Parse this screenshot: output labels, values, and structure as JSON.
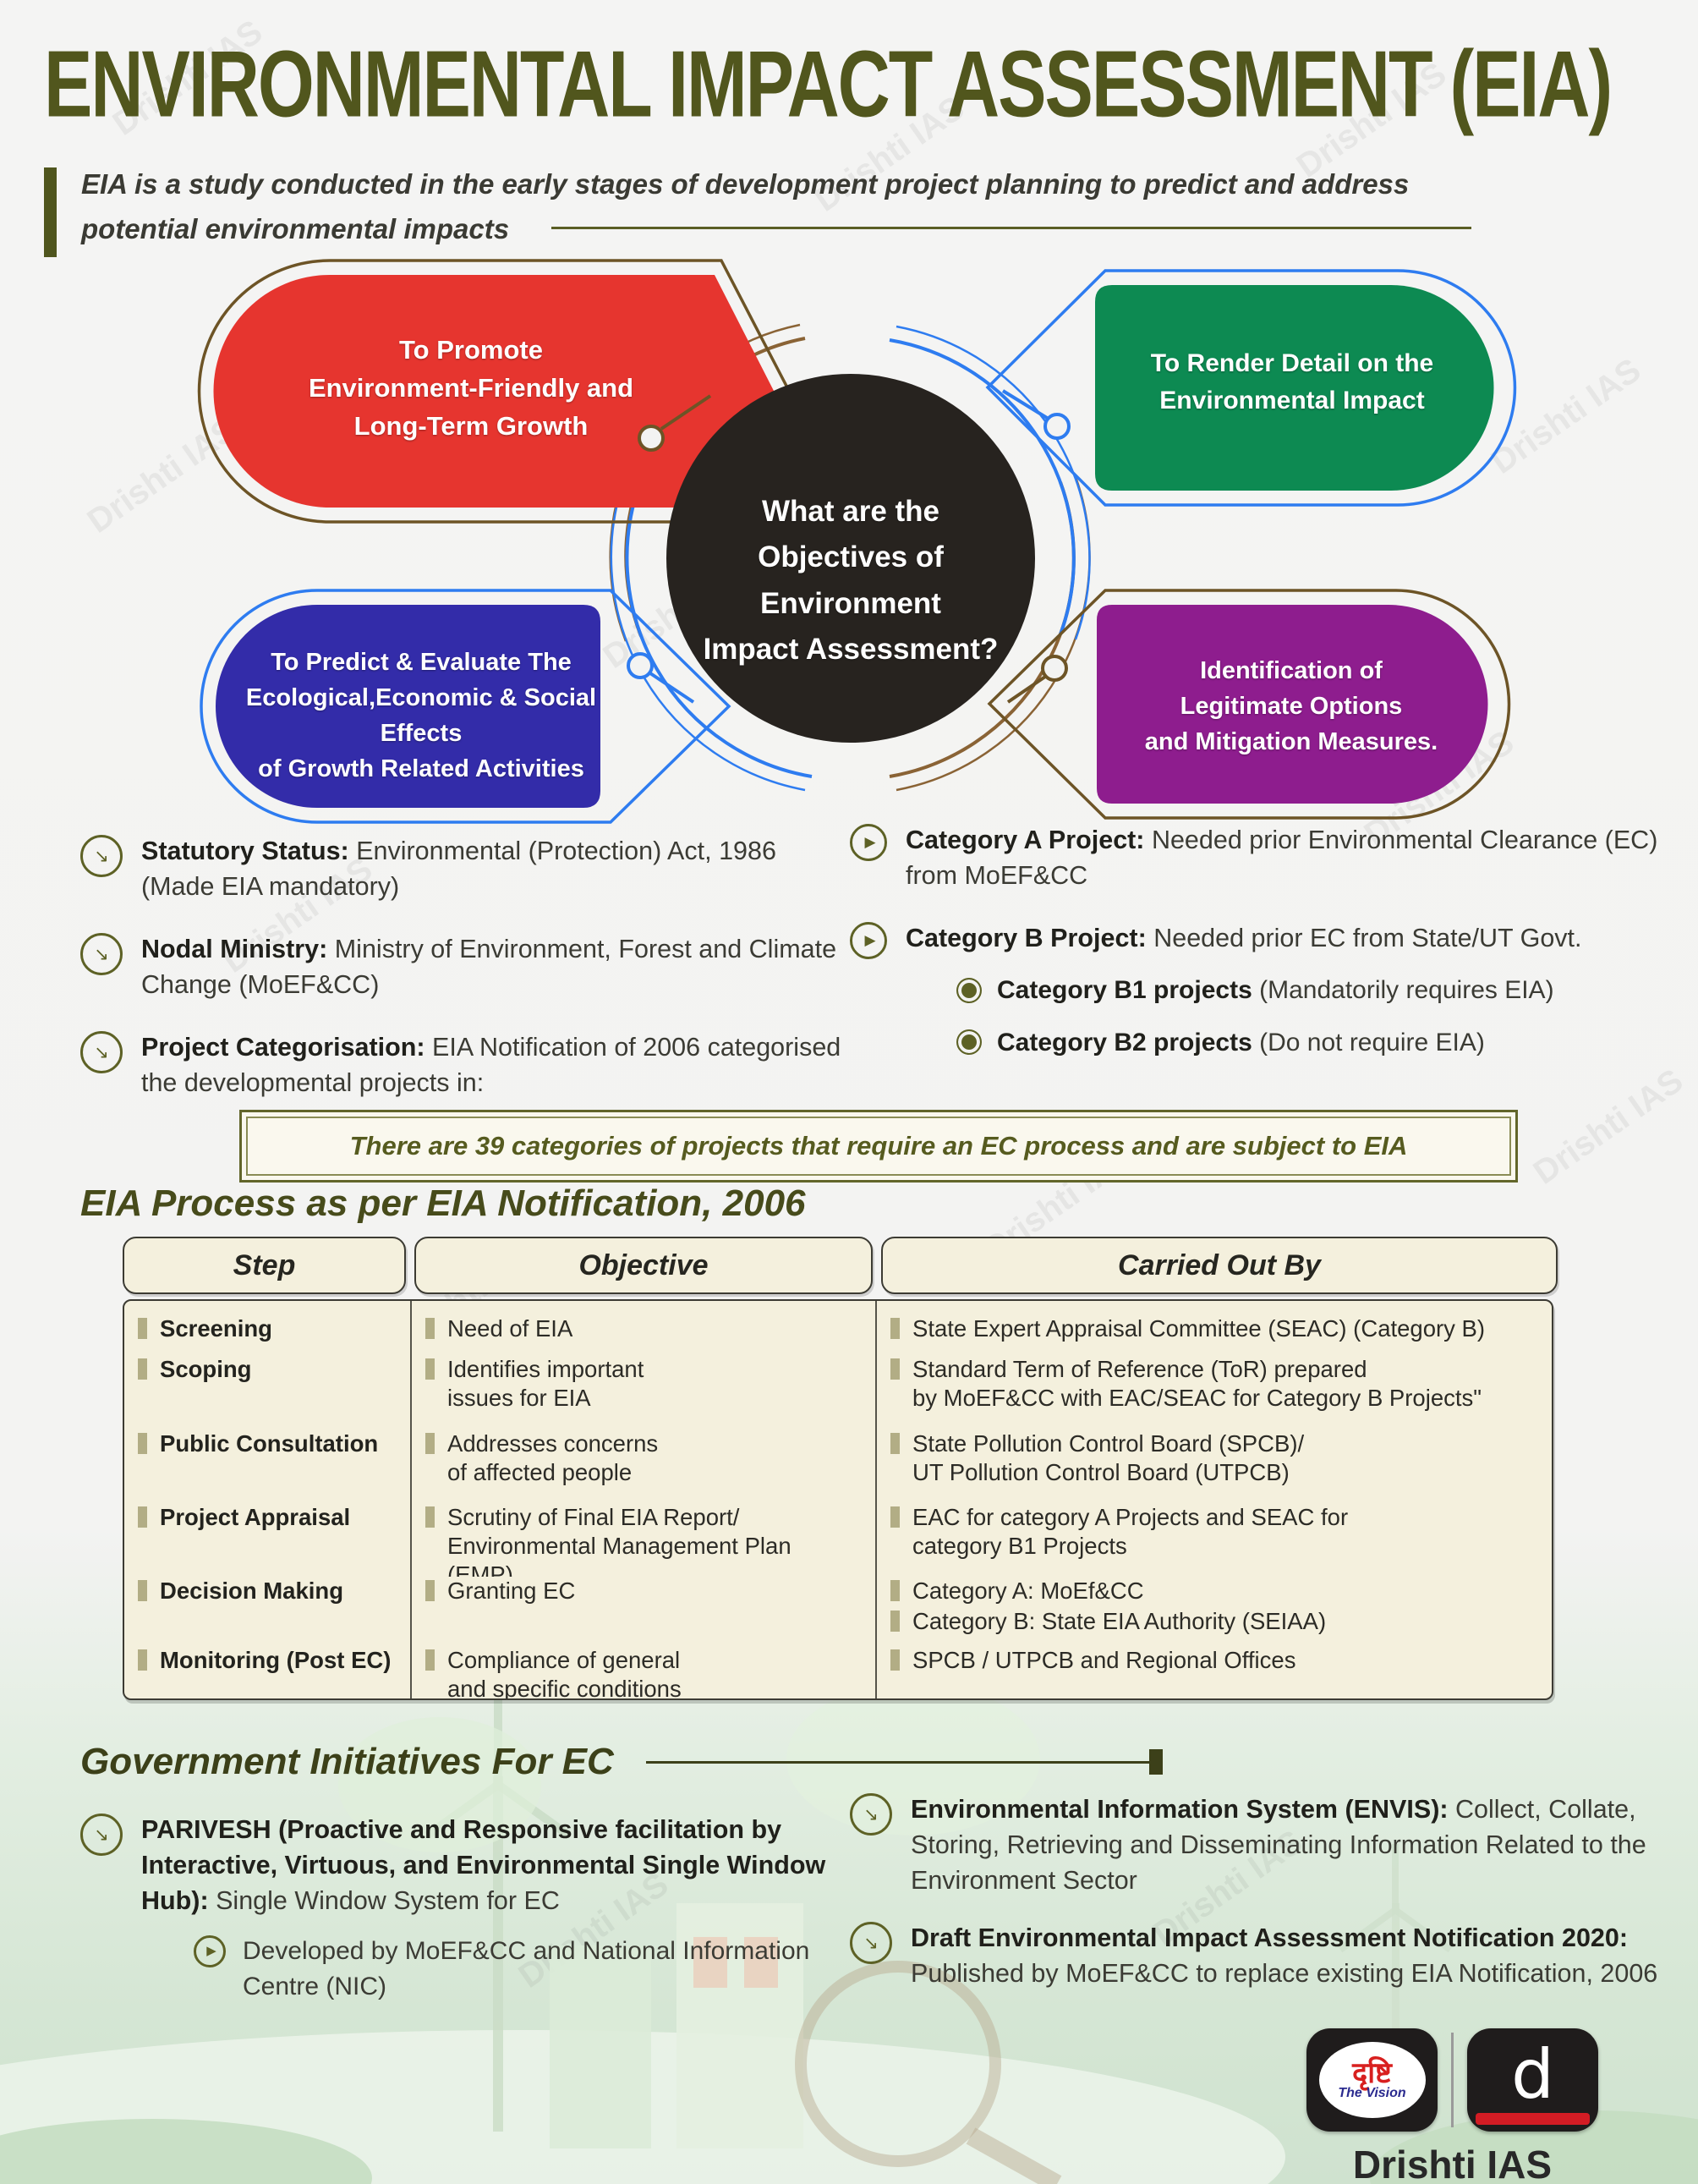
{
  "watermark": "Drishti IAS",
  "header": {
    "title": "ENVIRONMENTAL IMPACT ASSESSMENT (EIA)",
    "subtitle": "EIA is a study conducted in the early stages of development project planning to predict and address potential environmental impacts"
  },
  "objectives": {
    "center": "What are the\nObjectives of Environment\nImpact Assessment?",
    "top_left": "To Promote\nEnvironment-Friendly and\nLong-Term Growth",
    "top_right": "To Render Detail on the\nEnvironmental Impact",
    "bottom_left": "To Predict & Evaluate The\nEcological,Economic & Social Effects\nof Growth Related Activities",
    "bottom_right": "Identification of\nLegitimate Options\nand Mitigation Measures."
  },
  "facts": {
    "left": [
      {
        "label": "Statutory Status:",
        "text": " Environmental (Protection) Act, 1986 (Made EIA mandatory)"
      },
      {
        "label": "Nodal Ministry:",
        "text": " Ministry of Environment, Forest and Climate Change (MoEF&CC)"
      },
      {
        "label": "Project Categorisation:",
        "text": " EIA Notification of 2006 categorised the developmental projects in:"
      }
    ],
    "right": [
      {
        "label": "Category A Project:",
        "text": " Needed prior Environmental Clearance (EC) from MoEF&CC"
      },
      {
        "label": "Category B Project:",
        "text": " Needed prior EC from State/UT Govt."
      }
    ],
    "sub_b": [
      {
        "label": "Category B1 projects",
        "text": " (Mandatorily requires EIA)"
      },
      {
        "label": "Category B2 projects",
        "text": " (Do not require EIA)"
      }
    ]
  },
  "banner": "There are 39 categories of projects that require an EC process and are subject to EIA",
  "process": {
    "heading": "EIA Process as per EIA Notification, 2006",
    "columns": [
      "Step",
      "Objective",
      "Carried Out By"
    ],
    "rows": [
      {
        "step": "Screening",
        "objective": "Need of EIA",
        "carried": [
          "State Expert Appraisal Committee (SEAC) (Category B)"
        ]
      },
      {
        "step": "Scoping",
        "objective": "Identifies important\nissues for EIA",
        "carried": [
          "Standard Term of Reference (ToR) prepared\nby MoEF&CC with EAC/SEAC for Category B Projects\""
        ]
      },
      {
        "step": "Public Consultation",
        "objective": "Addresses concerns\nof affected people",
        "carried": [
          "State Pollution Control Board (SPCB)/\nUT Pollution Control Board (UTPCB)"
        ]
      },
      {
        "step": "Project Appraisal",
        "objective": "Scrutiny of Final EIA Report/\nEnvironmental Management Plan (EMP)",
        "carried": [
          "EAC for category A Projects and SEAC for\ncategory B1 Projects"
        ]
      },
      {
        "step": "Decision Making",
        "objective": "Granting EC",
        "carried": [
          "Category A: MoEf&CC",
          "Category B: State EIA Authority (SEIAA)"
        ]
      },
      {
        "step": "Monitoring (Post EC)",
        "objective": "Compliance of  general\nand specific conditions",
        "carried": [
          "SPCB / UTPCB and Regional Offices"
        ]
      }
    ]
  },
  "initiatives": {
    "heading": "Government Initiatives For EC",
    "left": {
      "label": "PARIVESH (Proactive and Responsive facilitation by Interactive, Virtuous, and Environmental Single Window Hub):",
      "text": " Single Window System for EC",
      "sub": "Developed by MoEF&CC and National Information Centre (NIC)"
    },
    "right": [
      {
        "label": "Environmental Information System (ENVIS):",
        "text": " Collect, Collate, Storing, Retrieving and Disseminating Information Related to the Environment Sector"
      },
      {
        "label": "Draft Environmental Impact Assessment Notification 2020:",
        "text": "  Published by MoEF&CC to replace existing EIA Notification, 2006"
      }
    ]
  },
  "footer": {
    "logo_hindi": "दृष्टि",
    "logo_tagline": "The Vision",
    "logo_letter": "d",
    "brand": "Drishti IAS"
  },
  "colors": {
    "title_olive": "#51561d",
    "tag_red": "#e6352f",
    "tag_green": "#0d8a52",
    "tag_blue": "#332ca9",
    "tag_purple": "#8e1d8e",
    "outline_brown": "#6d5426",
    "outline_blue": "#2e7cf0",
    "circle_dark": "#27231f",
    "table_cream": "#f4f0dd",
    "bullet_olive": "#5d6125"
  }
}
